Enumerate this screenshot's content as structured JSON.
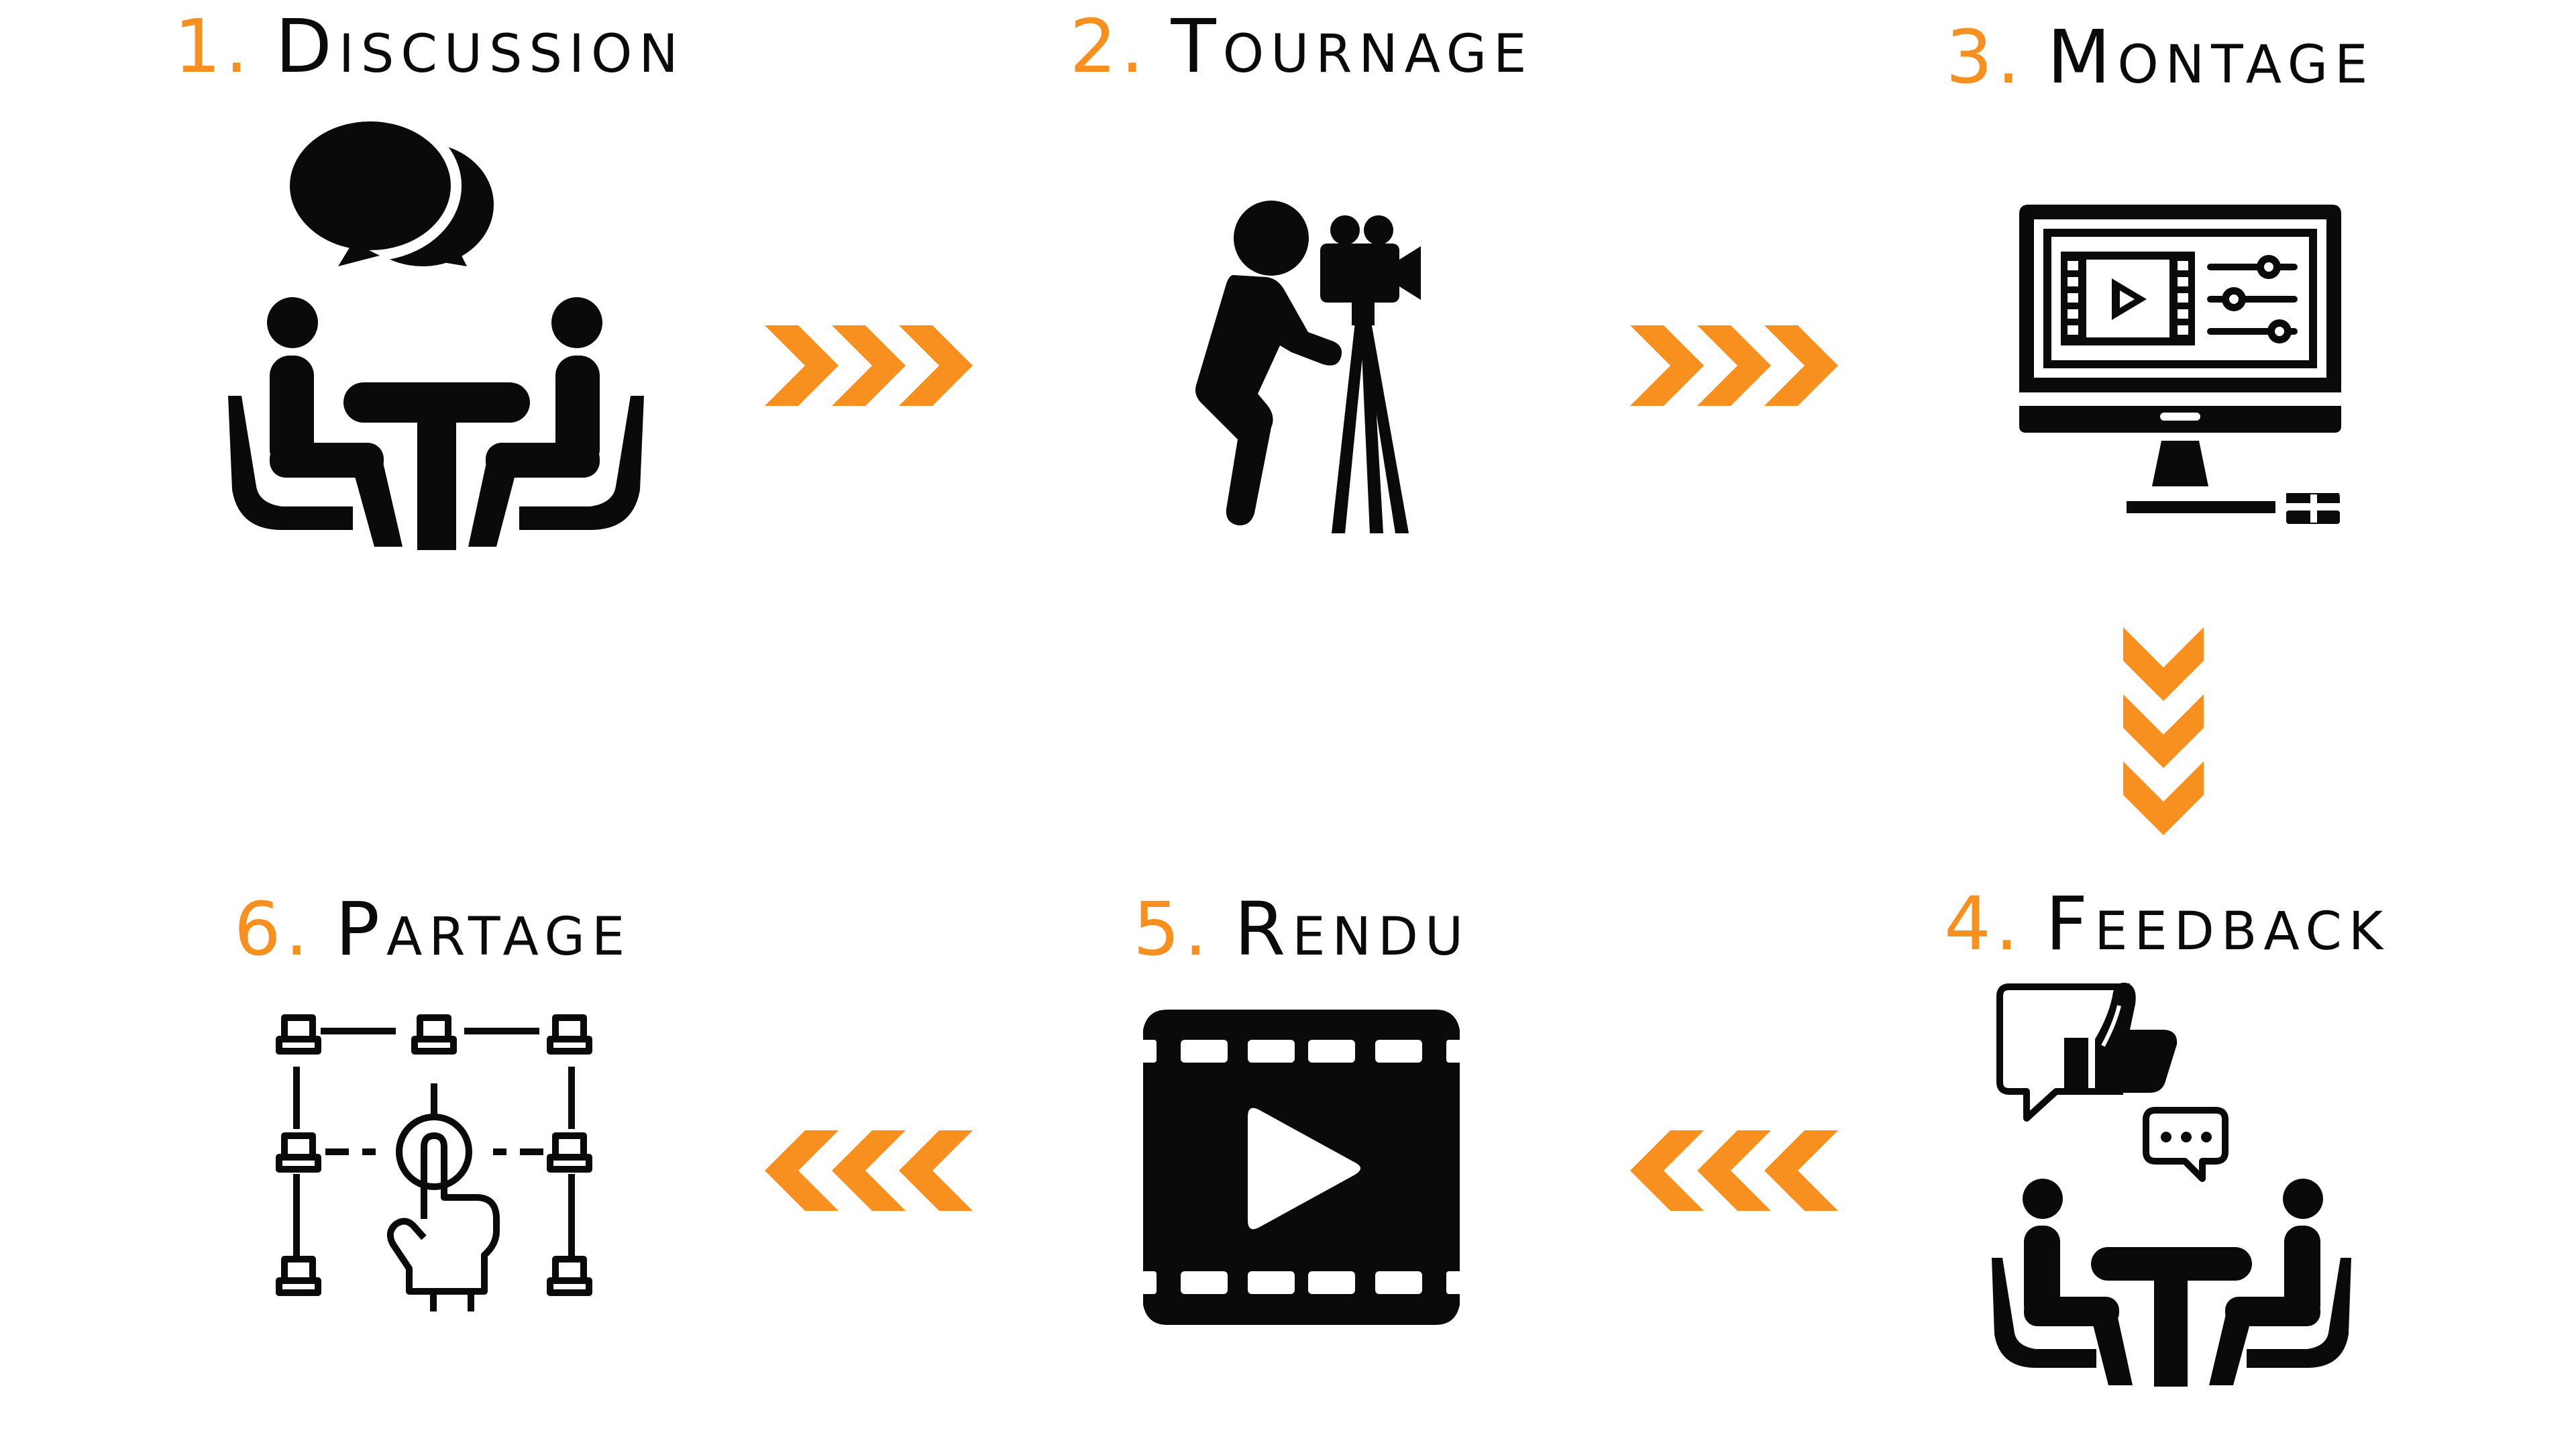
{
  "steps": [
    {
      "number": "1.",
      "initial": "D",
      "rest": "iscussion",
      "icon": "meeting-discussion-icon"
    },
    {
      "number": "2.",
      "initial": "T",
      "rest": "ournage",
      "icon": "camera-operator-icon"
    },
    {
      "number": "3.",
      "initial": "M",
      "rest": "ontage",
      "icon": "video-editing-monitor-icon"
    },
    {
      "number": "4.",
      "initial": "F",
      "rest": "eedback",
      "icon": "feedback-meeting-icon"
    },
    {
      "number": "5.",
      "initial": "R",
      "rest": "endu",
      "icon": "film-play-icon"
    },
    {
      "number": "6.",
      "initial": "P",
      "rest": "artage",
      "icon": "network-share-icon"
    }
  ],
  "colors": {
    "accent": "#f7901e",
    "ink": "#0a0a0a"
  }
}
